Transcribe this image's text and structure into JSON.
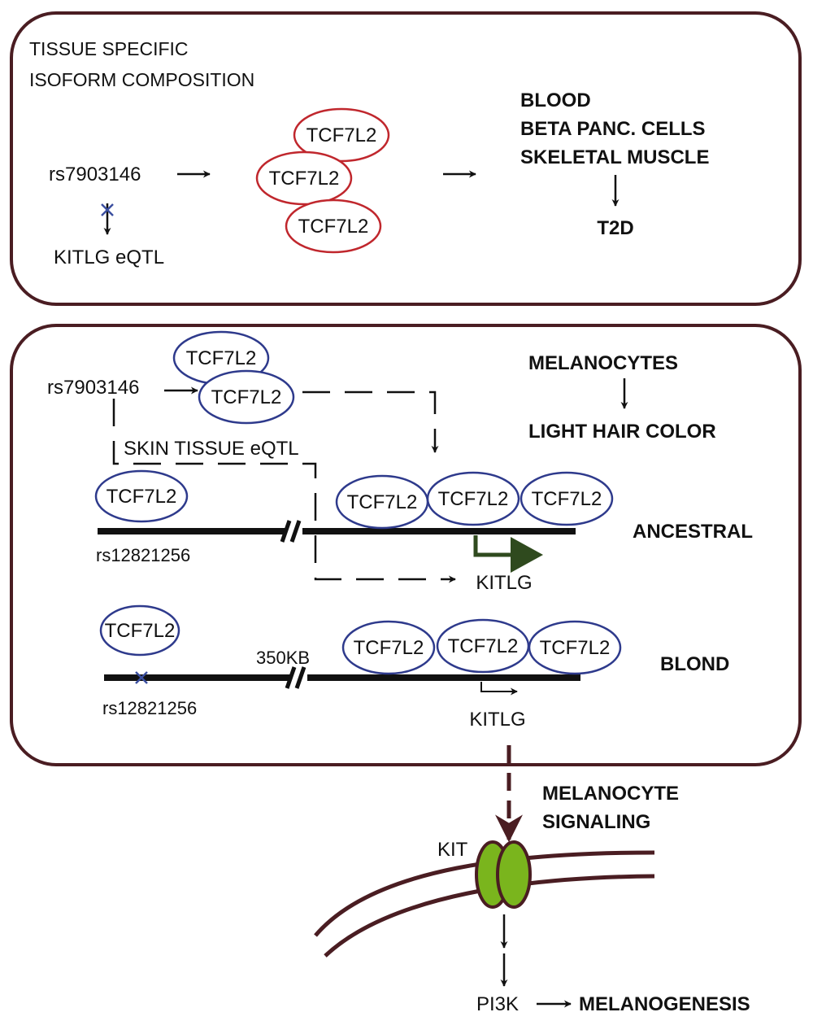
{
  "colors": {
    "frame": "#4a1d22",
    "red_oval": "#c0272d",
    "blue_oval": "#2e3a8c",
    "green_arrow": "#2f4a1e",
    "kit_fill": "#7ab51d",
    "cross": "#3b4fa0"
  },
  "panel1": {
    "title_line1": "TISSUE SPECIFIC",
    "title_line2": "ISOFORM COMPOSITION",
    "snp": "rs7903146",
    "eqtl": "KITLG eQTL",
    "tf_top": "TCF7L2",
    "tf_mid": "TCF7L2",
    "tf_bot": "TCF7L2",
    "tissue1": "BLOOD",
    "tissue2": "BETA PANC. CELLS",
    "tissue3": "SKELETAL MUSCLE",
    "disease": "T2D"
  },
  "panel2": {
    "snp": "rs7903146",
    "tf_a": "TCF7L2",
    "tf_b": "TCF7L2",
    "skin_eqtl": "SKIN TISSUE eQTL",
    "cell": "MELANOCYTES",
    "phenotype": "LIGHT HAIR COLOR",
    "ancestral": {
      "label": "ANCESTRAL",
      "tf_free": "TCF7L2",
      "tf1": "TCF7L2",
      "tf2": "TCF7L2",
      "tf3": "TCF7L2",
      "snp": "rs12821256",
      "gene": "KITLG"
    },
    "blond": {
      "label": "BLOND",
      "tf_free": "TCF7L2",
      "tf1": "TCF7L2",
      "tf2": "TCF7L2",
      "tf3": "TCF7L2",
      "snp": "rs12821256",
      "distance": "350KB",
      "gene": "KITLG"
    }
  },
  "signaling": {
    "title_line1": "MELANOCYTE",
    "title_line2": "SIGNALING",
    "receptor": "KIT",
    "kinase": "PI3K",
    "outcome": "MELANOGENESIS"
  }
}
